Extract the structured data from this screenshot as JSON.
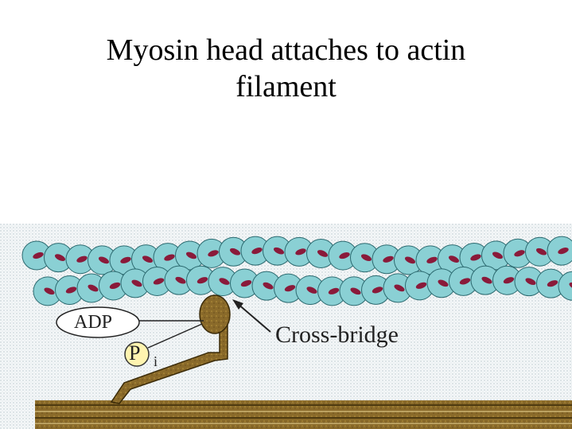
{
  "slide": {
    "title_line1": "Myosin head attaches to actin",
    "title_line2": "filament"
  },
  "diagram": {
    "label_adp": "ADP",
    "label_pi_main": "P",
    "label_pi_sub": "i",
    "label_crossbridge": "Cross-bridge"
  },
  "colors": {
    "actin_bead": "#8ad0d4",
    "actin_bead_stroke": "#2c6a70",
    "actin_spot": "#8a1a3a",
    "myosin": "#8a6a2a",
    "myosin_dark": "#5a4010",
    "pi_circle": "#fff4b0",
    "dotted_bg": "#e8eef0"
  }
}
